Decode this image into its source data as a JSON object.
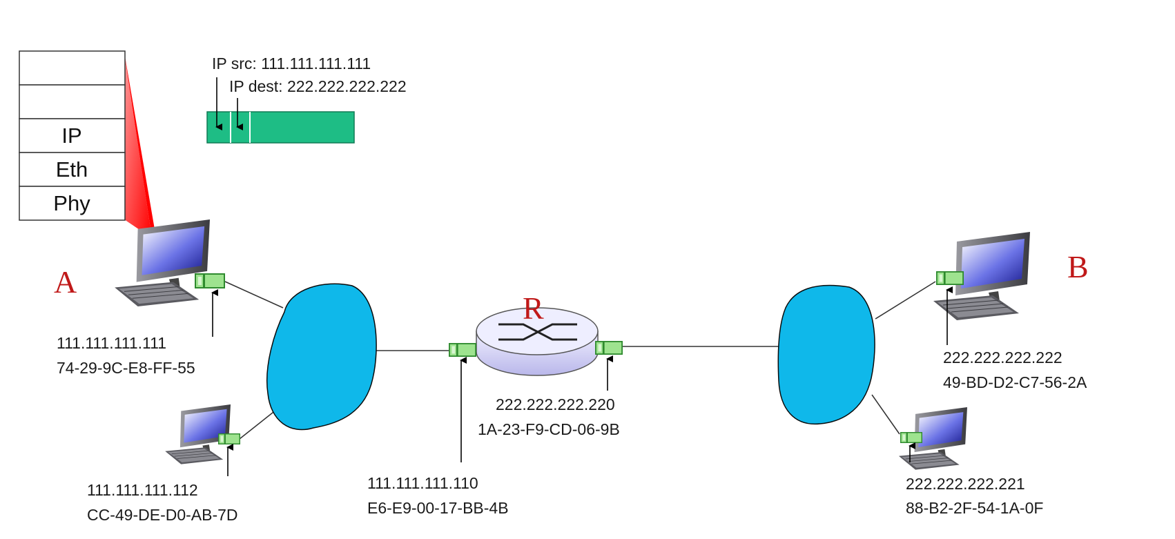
{
  "colors": {
    "network_cloud": "#0fb8ea",
    "datagram": "#1ebd85",
    "host_label": "#c01919",
    "nic": "#9ee38f",
    "callout": "#ff1d1d"
  },
  "protocol_stack": {
    "layers": [
      "",
      "",
      "IP",
      "Eth",
      "Phy"
    ]
  },
  "datagram": {
    "ip_src": "IP src: 111.111.111.111",
    "ip_dest": "IP dest: 222.222.222.222"
  },
  "hosts": {
    "a": {
      "name": "A",
      "ip": "111.111.111.111",
      "mac": "74-29-9C-E8-FF-55"
    },
    "a2": {
      "ip": "111.111.111.112",
      "mac": "CC-49-DE-D0-AB-7D"
    },
    "b": {
      "name": "B",
      "ip": "222.222.222.222",
      "mac": "49-BD-D2-C7-56-2A"
    },
    "b2": {
      "ip": "222.222.222.221",
      "mac": "88-B2-2F-54-1A-0F"
    }
  },
  "router": {
    "name": "R",
    "left_if": {
      "ip": "111.111.111.110",
      "mac": "E6-E9-00-17-BB-4B"
    },
    "right_if": {
      "ip": "222.222.222.220",
      "mac": "1A-23-F9-CD-06-9B"
    }
  },
  "icons": [
    "desktop-computer-icon",
    "router-icon",
    "network-interface-icon",
    "network-cloud-icon"
  ]
}
